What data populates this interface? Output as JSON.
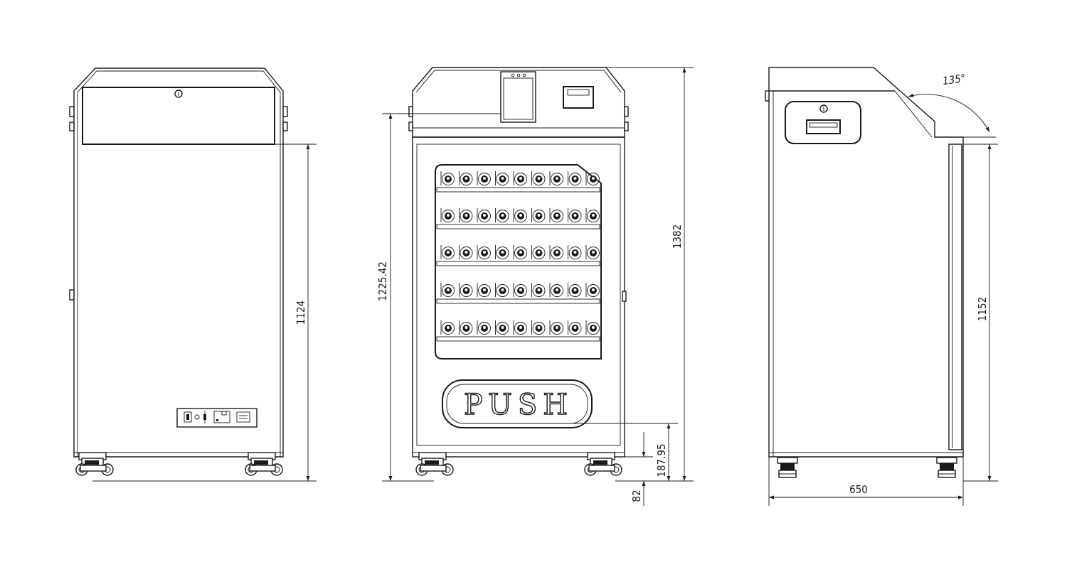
{
  "front_panel": {
    "push_label": "PUSH"
  },
  "dimensions": {
    "left_height": "1124",
    "front_inner_height": "1225.42",
    "front_total_height": "1382",
    "front_push_offset": "187.95",
    "front_base": "82",
    "side_height": "1152",
    "side_width": "650",
    "side_angle": "135°"
  },
  "colors": {
    "line": "#1a1a1a",
    "background": "#ffffff"
  }
}
